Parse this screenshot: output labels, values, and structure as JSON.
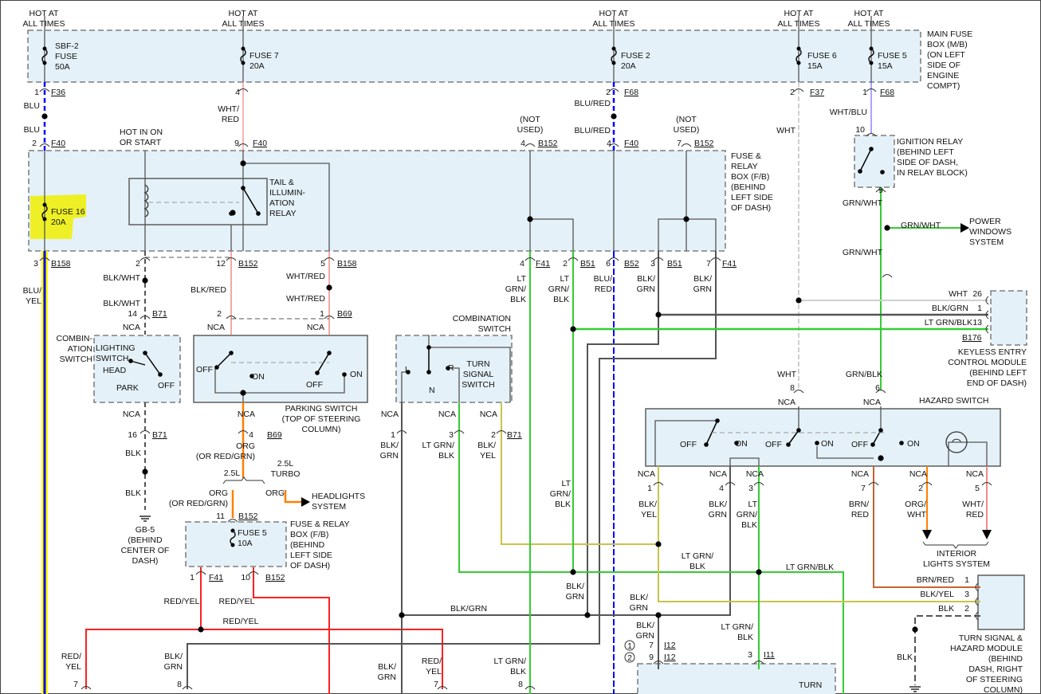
{
  "colors": {
    "box_fill": "#e4f1f8",
    "wire_grey": "#555555",
    "blu": "#0000ff",
    "grn": "#33cc33",
    "yel": "#ffff00",
    "red": "#ff2020",
    "org": "#ff8000",
    "highlight": "#f0f000"
  },
  "labels": {
    "hot1": [
      "HOT AT",
      "ALL TIMES"
    ],
    "hot2": [
      "HOT AT",
      "ALL TIMES"
    ],
    "hot3": [
      "HOT AT",
      "ALL TIMES"
    ],
    "hot4": [
      "HOT AT",
      "ALL TIMES"
    ],
    "hot5": [
      "HOT AT",
      "ALL TIMES"
    ],
    "main_fuse_box": [
      "MAIN FUSE",
      "BOX (M/B)",
      "(ON LEFT",
      "SIDE OF",
      "ENGINE",
      "COMPT)"
    ],
    "sbf2": [
      "SBF-2",
      "FUSE",
      "50A"
    ],
    "fuse7": [
      "FUSE 7",
      "20A"
    ],
    "fuse2": [
      "FUSE 2",
      "20A"
    ],
    "fuse6": [
      "FUSE 6",
      "15A"
    ],
    "fuse5_mb": [
      "FUSE 5",
      "15A"
    ],
    "p_f36_1": [
      "1"
    ],
    "c_f36": [
      "F36"
    ],
    "p_mb_4": [
      "4"
    ],
    "p_f68_2": [
      "2"
    ],
    "c_f68a": [
      "F68"
    ],
    "p_f37_2": [
      "2"
    ],
    "c_f37": [
      "F37"
    ],
    "p_f68_1": [
      "1"
    ],
    "c_f68b": [
      "F68"
    ],
    "w_blu1": [
      "BLU"
    ],
    "w_blu2": [
      "BLU"
    ],
    "w_whtred1": [
      "WHT/",
      "RED"
    ],
    "w_blured1": [
      "BLU/RED"
    ],
    "w_blured2": [
      "BLU/RED"
    ],
    "w_wht1": [
      "WHT"
    ],
    "w_whtblu": [
      "WHT/BLU"
    ],
    "not_used1": [
      "(NOT",
      "USED)"
    ],
    "not_used2": [
      "(NOT",
      "USED)"
    ],
    "p_ir_10": [
      "10"
    ],
    "hot_in_on": [
      "HOT IN ON",
      "OR START"
    ],
    "p_f40_2": [
      "2"
    ],
    "c_f40a": [
      "F40"
    ],
    "p_f40_9": [
      "9"
    ],
    "c_f40b": [
      "F40"
    ],
    "p_b152_4": [
      "4"
    ],
    "c_b152a": [
      "B152"
    ],
    "p_f40_4": [
      "4"
    ],
    "c_f40c": [
      "F40"
    ],
    "p_b152_7": [
      "7"
    ],
    "c_b152b": [
      "B152"
    ],
    "ignition_relay": [
      "IGNITION RELAY",
      "(BEHIND LEFT",
      "SIDE OF DASH,",
      "IN RELAY BLOCK)"
    ],
    "p_ir_9": [
      "9"
    ],
    "w_grnwht1": [
      "GRN/WHT"
    ],
    "w_grnwht2": [
      "GRN/WHT"
    ],
    "w_grnwht3": [
      "GRN/WHT"
    ],
    "power_windows": [
      "POWER",
      "WINDOWS",
      "SYSTEM"
    ],
    "fb_box": [
      "FUSE &",
      "RELAY",
      "BOX (F/B)",
      "(BEHIND",
      "LEFT SIDE",
      "OF DASH)"
    ],
    "tail_relay": [
      "TAIL &",
      "ILLUMIN-",
      "ATION",
      "RELAY"
    ],
    "fuse16": [
      "FUSE 16",
      "20A"
    ],
    "p_b158_3": [
      "3"
    ],
    "c_b158a": [
      "B158"
    ],
    "p_fb_2": [
      "2"
    ],
    "p_b152_12": [
      "12"
    ],
    "c_b152c": [
      "B152"
    ],
    "p_b158_5": [
      "5"
    ],
    "c_b158b": [
      "B158"
    ],
    "p_f41_4": [
      "4"
    ],
    "c_f41a": [
      "F41"
    ],
    "p_b51_2": [
      "2"
    ],
    "c_b51a": [
      "B51"
    ],
    "p_b52_6": [
      "6"
    ],
    "c_b52": [
      "B52"
    ],
    "p_b51_3": [
      "3"
    ],
    "c_b51b": [
      "B51"
    ],
    "p_f41_7": [
      "7"
    ],
    "c_f41b": [
      "F41"
    ],
    "w_bluyel": [
      "BLU/",
      "YEL"
    ],
    "w_blkwht1": [
      "BLK/WHT"
    ],
    "w_blkwht2": [
      "BLK/WHT"
    ],
    "w_blkred": [
      "BLK/RED"
    ],
    "w_whtred2": [
      "WHT/RED"
    ],
    "w_whtred3": [
      "WHT/RED"
    ],
    "w_ltgrnblk1": [
      "LT",
      "GRN/",
      "BLK"
    ],
    "w_ltgrnblk2": [
      "LT",
      "GRN/",
      "BLK"
    ],
    "w_blured3": [
      "BLU/",
      "RED"
    ],
    "w_blkgrn1": [
      "BLK/",
      "GRN"
    ],
    "w_blkgrn2": [
      "BLK/",
      "GRN"
    ],
    "p_b71_14": [
      "14"
    ],
    "c_b71a": [
      "B71"
    ],
    "p_b69_2": [
      "2"
    ],
    "p_b69_1": [
      "1"
    ],
    "c_b69a": [
      "B69"
    ],
    "nca1": [
      "NCA"
    ],
    "nca2": [
      "NCA"
    ],
    "nca3": [
      "NCA"
    ],
    "combination_switch_l": [
      "COMBIN-",
      "ATION",
      "SWITCH"
    ],
    "lighting_switch": [
      "LIGHTING",
      "SWITCH"
    ],
    "ls_head": [
      "HEAD"
    ],
    "ls_park": [
      "PARK"
    ],
    "ls_off": [
      "OFF"
    ],
    "ps_off1": [
      "OFF"
    ],
    "ps_on1": [
      "ON"
    ],
    "ps_off2": [
      "OFF"
    ],
    "ps_on2": [
      "ON"
    ],
    "parking_switch": [
      "PARKING SWITCH",
      "(TOP OF STEERING",
      "COLUMN)"
    ],
    "combination_switch_r": [
      "COMBINATION",
      "SWITCH"
    ],
    "ts_l": [
      "L"
    ],
    "ts_r": [
      "R"
    ],
    "ts_n": [
      "N"
    ],
    "turn_signal_switch": [
      "TURN",
      "SIGNAL",
      "SWITCH"
    ],
    "nca4": [
      "NCA"
    ],
    "nca5": [
      "NCA"
    ],
    "nca6": [
      "NCA"
    ],
    "nca7": [
      "NCA"
    ],
    "nca8": [
      "NCA"
    ],
    "p_b71_16": [
      "16"
    ],
    "c_b71b": [
      "B71"
    ],
    "p_b69_4": [
      "4"
    ],
    "c_b69b": [
      "B69"
    ],
    "p_cs_1": [
      "1"
    ],
    "p_cs_3": [
      "3"
    ],
    "p_cs_2": [
      "2"
    ],
    "c_b71c": [
      "B71"
    ],
    "w_blk1": [
      "BLK"
    ],
    "w_org1": [
      "ORG",
      "(OR RED/GRN)"
    ],
    "w_blkgrn3": [
      "BLK/",
      "GRN"
    ],
    "w_ltgrnblk3": [
      "LT GRN/",
      "BLK"
    ],
    "w_blkyel1": [
      "BLK/",
      "YEL"
    ],
    "v25l": [
      "2.5L"
    ],
    "v25lt": [
      "2.5L",
      "TURBO"
    ],
    "w_blk2": [
      "BLK"
    ],
    "w_org2": [
      "ORG",
      "(OR RED/GRN)"
    ],
    "w_org3": [
      "ORG"
    ],
    "headlights": [
      "HEADLIGHTS",
      "SYSTEM"
    ],
    "gb5": [
      "GB-5",
      "(BEHIND",
      "CENTER OF",
      "DASH)"
    ],
    "p_b152_11": [
      "11"
    ],
    "c_b152d": [
      "B152"
    ],
    "fuse5_fb": [
      "FUSE 5",
      "10A"
    ],
    "fb_box2": [
      "FUSE & RELAY",
      "BOX (F/B)",
      "(BEHIND",
      "LEFT SIDE",
      "OF DASH)"
    ],
    "p_f41_1": [
      "1"
    ],
    "c_f41c": [
      "F41"
    ],
    "p_b152_10": [
      "10"
    ],
    "c_b152e": [
      "B152"
    ],
    "w_redyel1": [
      "RED/YEL"
    ],
    "w_redyel2": [
      "RED/YEL"
    ],
    "w_redyel3": [
      "RED/YEL"
    ],
    "w_redyel4": [
      "RED/",
      "YEL"
    ],
    "w_blkgrn4": [
      "BLK/",
      "GRN"
    ],
    "w_blkgrn5": [
      "BLK/",
      "GRN"
    ],
    "w_redyel5": [
      "RED/",
      "YEL"
    ],
    "w_ltgrnblk4": [
      "LT GRN/",
      "BLK"
    ],
    "p_b7": [
      "7"
    ],
    "p_b8": [
      "8"
    ],
    "p_b7b": [
      "7"
    ],
    "p_b8b": [
      "8"
    ],
    "w_blkgrn6": [
      "BLK/GRN"
    ],
    "ke_wht": [
      "WHT"
    ],
    "ke_26": [
      "26"
    ],
    "ke_blkgrn": [
      "BLK/GRN"
    ],
    "ke_1": [
      "1"
    ],
    "ke_ltgrnblk": [
      "LT GRN/BLK"
    ],
    "ke_13": [
      "13"
    ],
    "c_b176": [
      "B176"
    ],
    "keyless_entry": [
      "KEYLESS ENTRY",
      "CONTROL MODULE",
      "(BEHIND LEFT",
      "END OF DASH)"
    ],
    "w_wht2": [
      "WHT"
    ],
    "p_hz_8": [
      "8"
    ],
    "w_grnblk": [
      "GRN/BLK"
    ],
    "p_hz_6": [
      "6"
    ],
    "nca9": [
      "NCA"
    ],
    "nca10": [
      "NCA"
    ],
    "hazard_switch": [
      "HAZARD SWITCH"
    ],
    "hz_off1": [
      "OFF"
    ],
    "hz_on1": [
      "ON"
    ],
    "hz_off2": [
      "OFF"
    ],
    "hz_on2": [
      "ON"
    ],
    "hz_off3": [
      "OFF"
    ],
    "hz_on3": [
      "ON"
    ],
    "nca11": [
      "NCA"
    ],
    "nca12": [
      "NCA"
    ],
    "nca13": [
      "NCA"
    ],
    "nca14": [
      "NCA"
    ],
    "nca15": [
      "NCA"
    ],
    "nca16": [
      "NCA"
    ],
    "p_hz_1": [
      "1"
    ],
    "p_hz_4": [
      "4"
    ],
    "p_hz_3": [
      "3"
    ],
    "p_hz_7": [
      "7"
    ],
    "p_hz_2": [
      "2"
    ],
    "p_hz_5": [
      "5"
    ],
    "w_blkyel2": [
      "BLK/",
      "YEL"
    ],
    "w_blkgrn7": [
      "BLK/",
      "GRN"
    ],
    "w_ltgrnblk5": [
      "LT",
      "GRN/",
      "BLK"
    ],
    "w_brnred1": [
      "BRN/",
      "RED"
    ],
    "w_orgwht": [
      "ORG/",
      "WHT"
    ],
    "w_whtred4": [
      "WHT/",
      "RED"
    ],
    "w_ltgrnblk6": [
      "LT",
      "GRN/",
      "BLK"
    ],
    "interior_lights": [
      "INTERIOR",
      "LIGHTS SYSTEM"
    ],
    "w_ltgrnblk7": [
      "LT GRN/",
      "BLK"
    ],
    "w_ltgrnblk8": [
      "LT GRN/BLK"
    ],
    "tm_brnred": [
      "BRN/RED"
    ],
    "tm_1": [
      "1"
    ],
    "tm_blkyel": [
      "BLK/YEL"
    ],
    "tm_3": [
      "3"
    ],
    "tm_blk": [
      "BLK"
    ],
    "tm_2": [
      "2"
    ],
    "w_blkgrn8": [
      "BLK/",
      "GRN"
    ],
    "w_blkgrn9": [
      "BLK/",
      "GRN"
    ],
    "w_blkgrn10": [
      "BLK/",
      "GRN"
    ],
    "turn_hazard_module": [
      "TURN SIGNAL &",
      "HAZARD MODULE",
      "(BEHIND",
      "DASH, RIGHT",
      "OF STEERING",
      "COLUMN)"
    ],
    "v1": [
      "1"
    ],
    "p_i12_7": [
      "7"
    ],
    "c_i12a": [
      "I12"
    ],
    "v2": [
      "2"
    ],
    "p_i12_9": [
      "9"
    ],
    "c_i12b": [
      "I12"
    ],
    "w_ltgrnblk9": [
      "LT GRN/",
      "BLK"
    ],
    "p_i11_3": [
      "3"
    ],
    "c_i11": [
      "I11"
    ],
    "w_blk3": [
      "BLK"
    ],
    "turn_bottom": [
      "TURN"
    ]
  }
}
